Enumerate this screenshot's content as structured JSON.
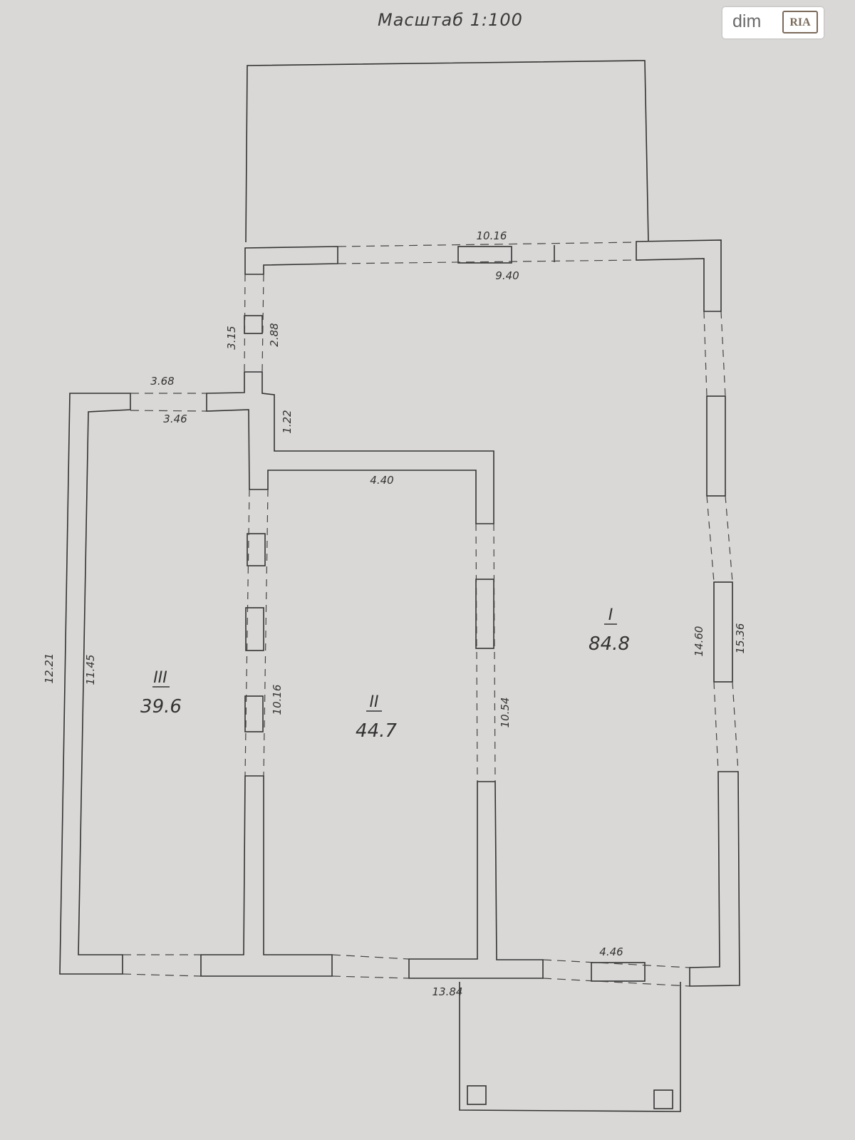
{
  "header": {
    "scale_label": "Масштаб 1:100"
  },
  "watermark": {
    "dim_text": "dim",
    "ria_text": "RIA"
  },
  "rooms": [
    {
      "number": "I",
      "area": "84.8"
    },
    {
      "number": "II",
      "area": "44.7"
    },
    {
      "number": "III",
      "area": "39.6"
    }
  ],
  "dimensions": {
    "top_outer": "10.16",
    "top_inner": "9.40",
    "left_upper_outer": "3.15",
    "left_upper_inner": "2.88",
    "wing_top_outer": "3.68",
    "wing_top_inner": "3.46",
    "step": "1.22",
    "room2_top": "4.40",
    "bottom_outer": "13.84",
    "bottom_inner": "4.46",
    "right_inner": "14.60",
    "right_outer": "15.36",
    "left_outer": "12.21",
    "left_inner": "11.45",
    "wall_room3": "10.16",
    "wall_room2": "10.54"
  }
}
